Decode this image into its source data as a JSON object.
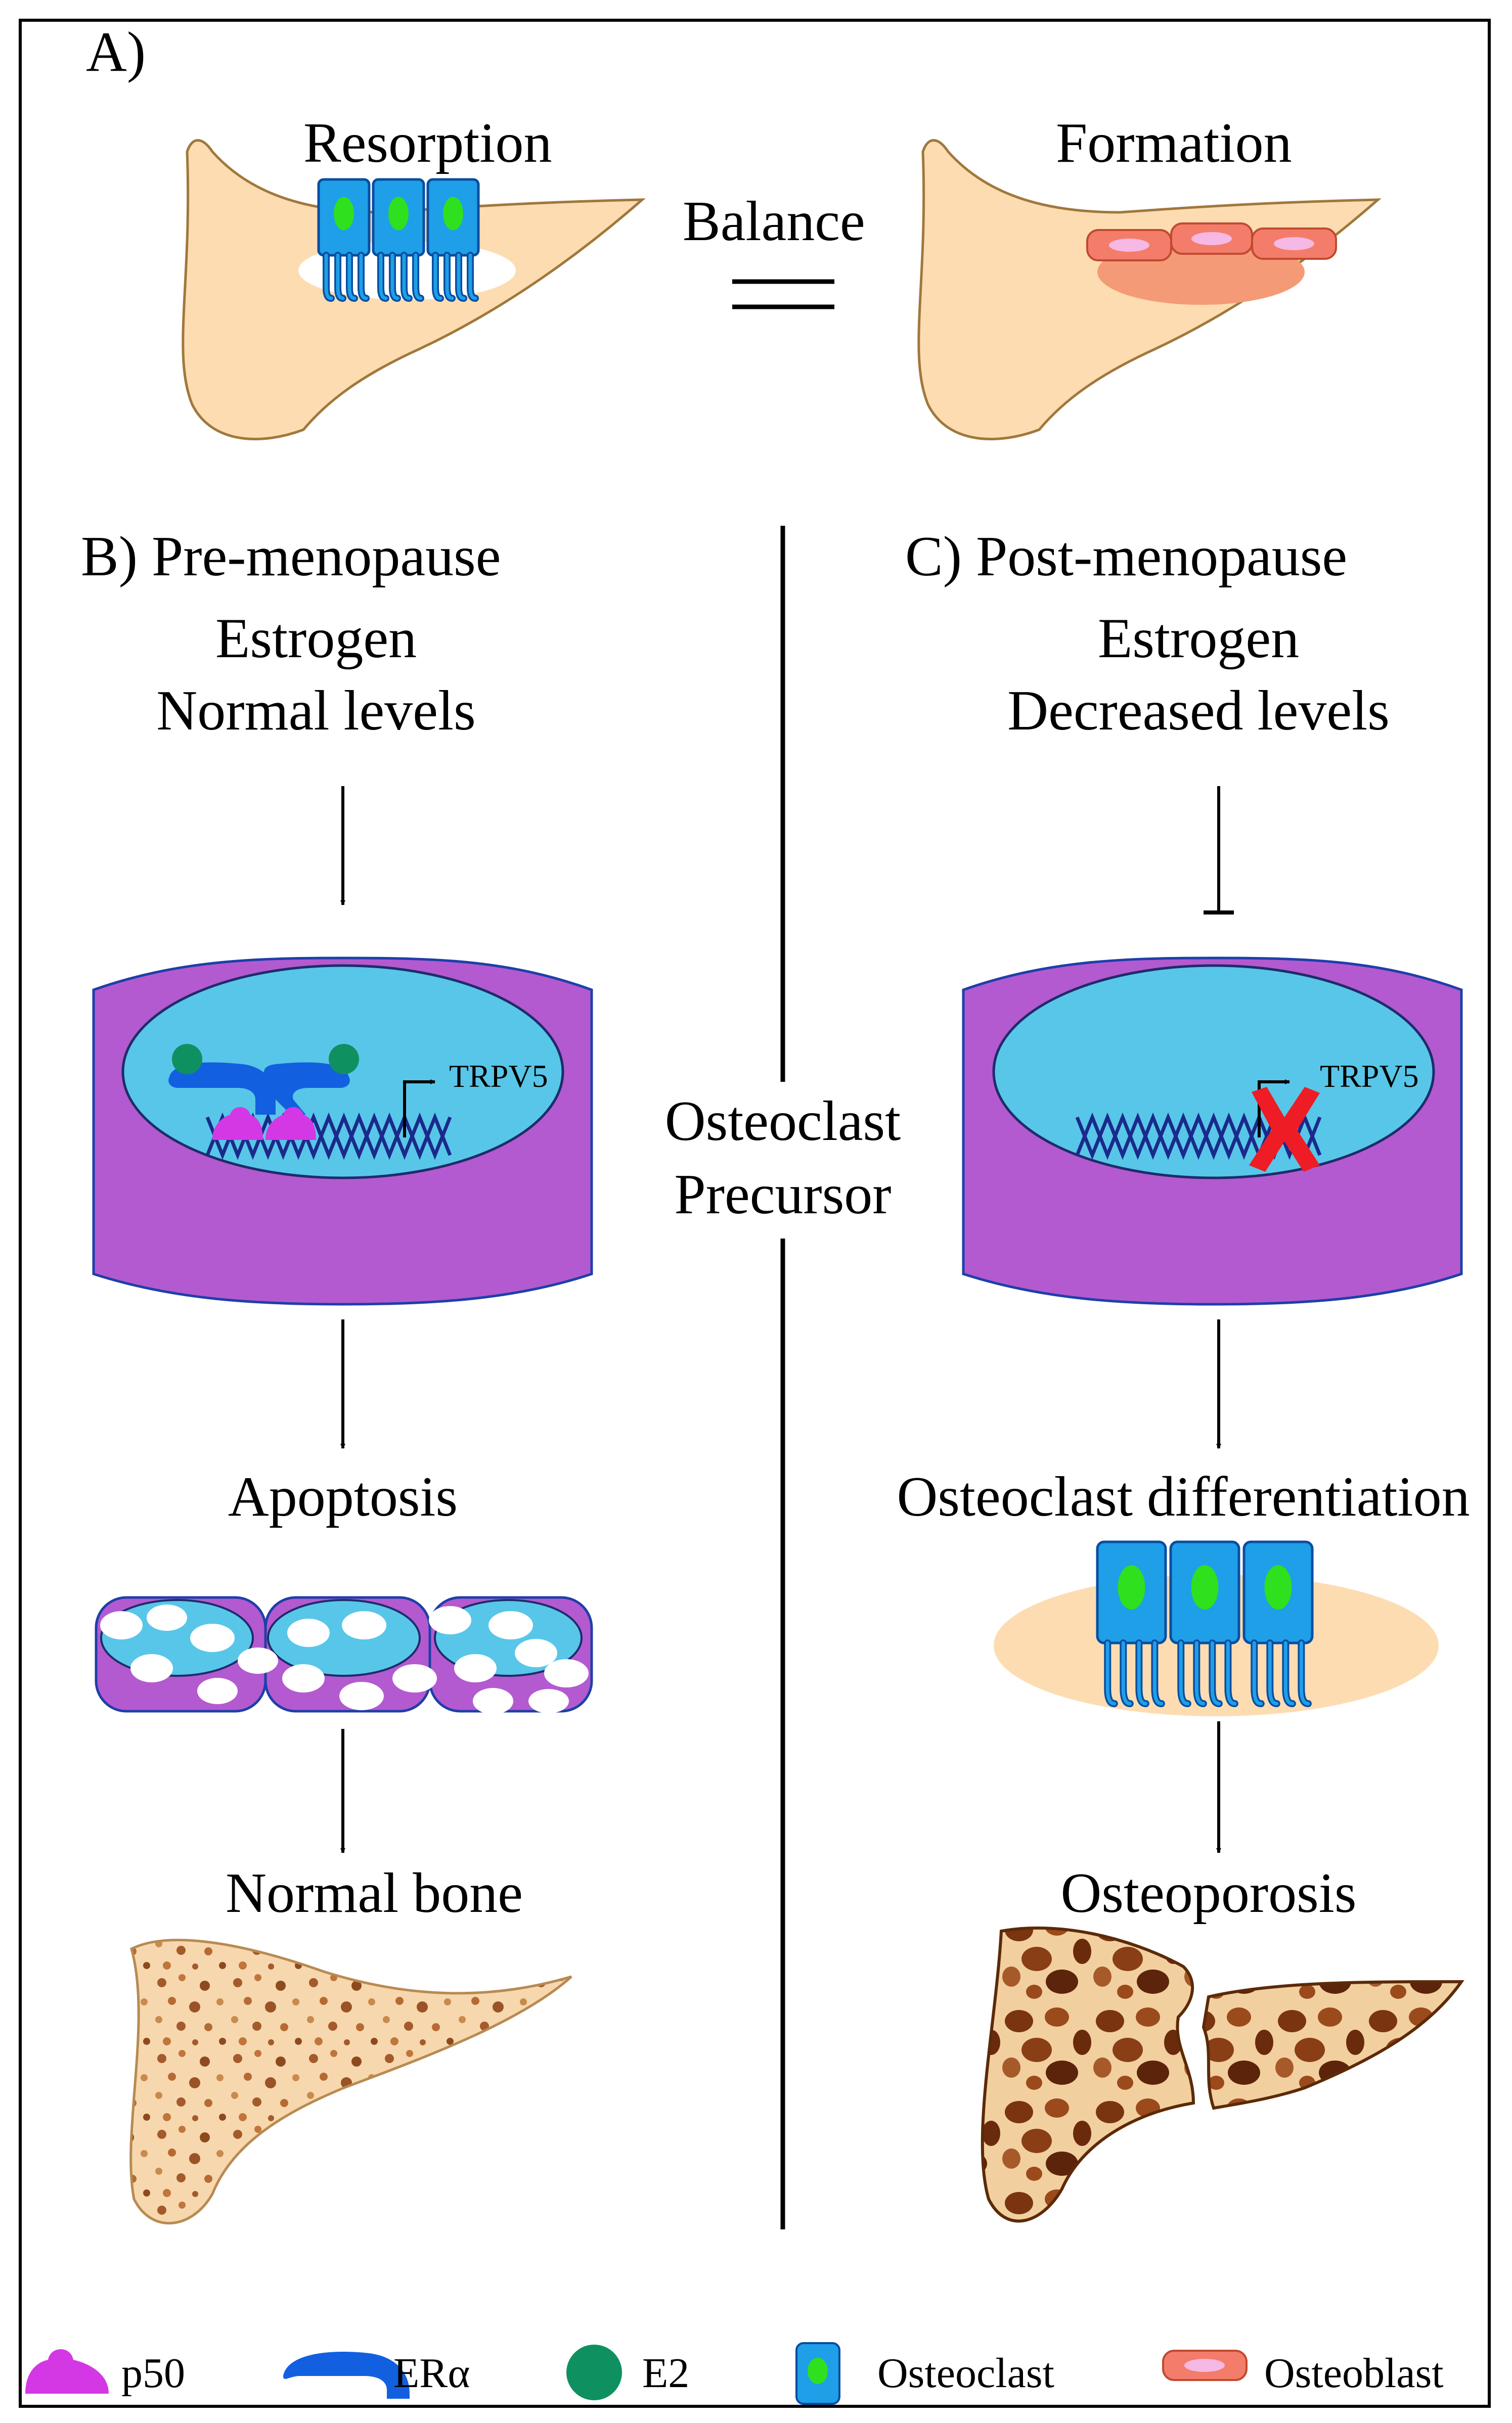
{
  "panel_a": {
    "label": "A)",
    "resorption": "Resorption",
    "formation": "Formation",
    "balance": "Balance"
  },
  "panel_b": {
    "title": "B) Pre-menopause",
    "estrogen": "Estrogen",
    "level": "Normal levels",
    "gene": "TRPV5",
    "apoptosis": "Apoptosis",
    "bone": "Normal bone"
  },
  "center": {
    "line1": "Osteoclast",
    "line2": "Precursor"
  },
  "panel_c": {
    "title": "C) Post-menopause",
    "estrogen": "Estrogen",
    "level": "Decreased levels",
    "gene": "TRPV5",
    "differentiation": "Osteoclast differentiation",
    "outcome": "Osteoporosis"
  },
  "legend": {
    "p50": "p50",
    "era": "ERα",
    "e2": "E2",
    "osteoclast": "Osteoclast",
    "osteoblast": "Osteoblast"
  },
  "colors": {
    "bone": "#fddcb2",
    "osteoclast": "#1e9fe8",
    "nucleus_green": "#2ee01e",
    "cytoplasm": "#b35ad0",
    "nucleus": "#58c6e8",
    "p50": "#d438e4",
    "era": "#1260e0",
    "e2": "#0f9060",
    "osteoblast": "#f37d6a",
    "cross": "#ee1c24"
  }
}
